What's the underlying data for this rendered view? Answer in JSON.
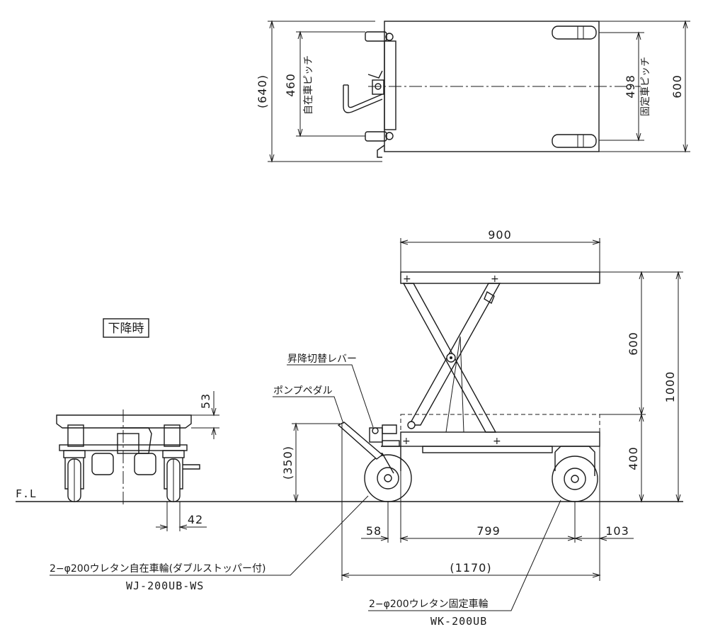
{
  "top_view": {
    "dim_overall_width": "(640)",
    "dim_caster_pitch": "460",
    "label_caster_pitch": "自在車ピッチ",
    "dim_fixed_pitch": "498",
    "label_fixed_pitch": "固定車ピッチ",
    "dim_table_width": "600"
  },
  "side_view": {
    "dim_table_length": "900",
    "dim_lift_stroke": "600",
    "dim_max_height": "1000",
    "dim_min_height": "400",
    "dim_pedal_height": "(350)",
    "dim_front_offset": "58",
    "dim_wheel_base": "799",
    "dim_rear_offset": "103",
    "dim_overall_length": "(1170)",
    "label_lever": "昇降切替レバー",
    "label_pedal": "ポンプペダル",
    "label_caster": "2−φ200ウレタン自在車輪(ダブルストッパー付)",
    "code_caster": "WJ-200UB-WS",
    "label_fixed": "2−φ200ウレタン固定車輪",
    "code_fixed": "WK-200UB"
  },
  "lowered_view": {
    "title": "下降時",
    "dim_table_thickness": "53",
    "dim_wheel_offset": "42"
  },
  "floor_label": "F.L"
}
